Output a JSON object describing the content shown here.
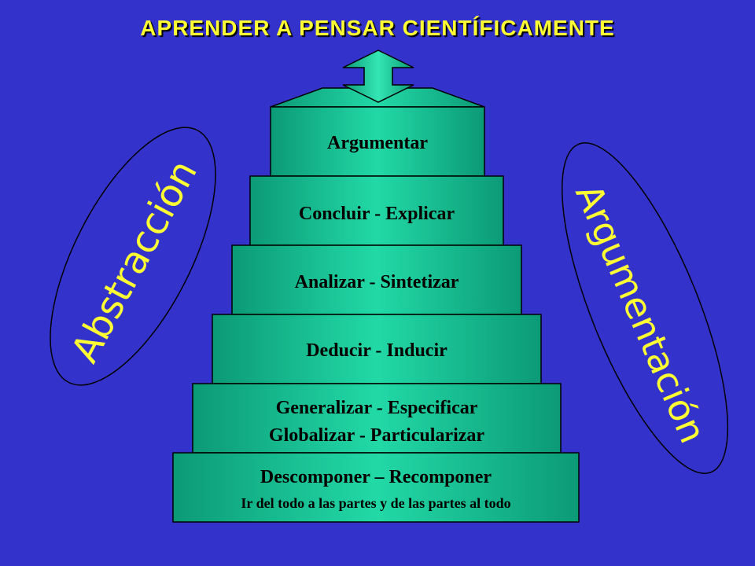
{
  "title": "APRENDER A PENSAR CIENTÍFICAMENTE",
  "steps": [
    {
      "lines": [
        "Argumentar"
      ]
    },
    {
      "lines": [
        "Concluir - Explicar"
      ]
    },
    {
      "lines": [
        "Analizar - Sintetizar"
      ]
    },
    {
      "lines": [
        "Deducir - Inducir"
      ]
    },
    {
      "lines": [
        "Generalizar - Especificar",
        "Globalizar - Particularizar"
      ]
    },
    {
      "lines": [
        "Descomponer – Recomponer",
        "Ir del todo a las partes y de las partes al todo"
      ]
    }
  ],
  "left_label": "Abstracción",
  "right_label": "Argumentación",
  "colors": {
    "background": "#3333cc",
    "step_fill": "#11b38a",
    "step_fill_light": "#22d9a6",
    "title": "#ffff33",
    "side_text": "#ffff33"
  }
}
